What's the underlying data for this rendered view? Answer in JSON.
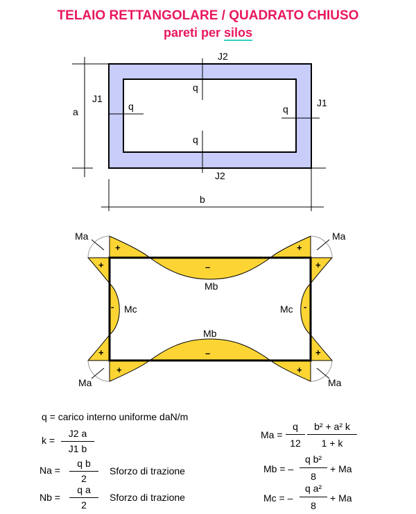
{
  "title": "TELAIO RETTANGOLARE / QUADRATO CHIUSO",
  "subtitle_prefix": "pareti per ",
  "subtitle_link": "silos",
  "frame": {
    "labels": {
      "J1_left": "J1",
      "J1_right": "J1",
      "J2_top": "J2",
      "J2_bottom": "J2",
      "q_top": "q",
      "q_bottom": "q",
      "q_left": "q",
      "q_right": "q",
      "a": "a",
      "b": "b"
    },
    "fill_color": "#c8cdfa"
  },
  "moments": {
    "Ma": "Ma",
    "Mb": "Mb",
    "Mc": "Mc",
    "plus": "+",
    "minus": "–",
    "minus_side": "-",
    "fill_color": "#fcd535"
  },
  "formulas": {
    "q_def": "q = carico interno uniforme daN/m",
    "k_lhs": "k =",
    "k_num": "J2  a",
    "k_den": "J1  b",
    "na_lhs": "Na =",
    "na_num": "q  b",
    "na_den": "2",
    "na_desc": "Sforzo di trazione",
    "nb_lhs": "Nb =",
    "nb_num": "q  a",
    "nb_den": "2",
    "nb_desc": "Sforzo di trazione",
    "ma_lhs": "Ma =",
    "ma_n1": "q",
    "ma_d1": "12",
    "ma_n2": "b² + a² k",
    "ma_d2": "1 + k",
    "mb_lhs": "Mb = –",
    "mb_num": "q b²",
    "mb_den": "8",
    "mb_tail": "+ Ma",
    "mc_lhs": "Mc = –",
    "mc_num": "q  a²",
    "mc_den": "8",
    "mc_tail": "+ Ma"
  }
}
